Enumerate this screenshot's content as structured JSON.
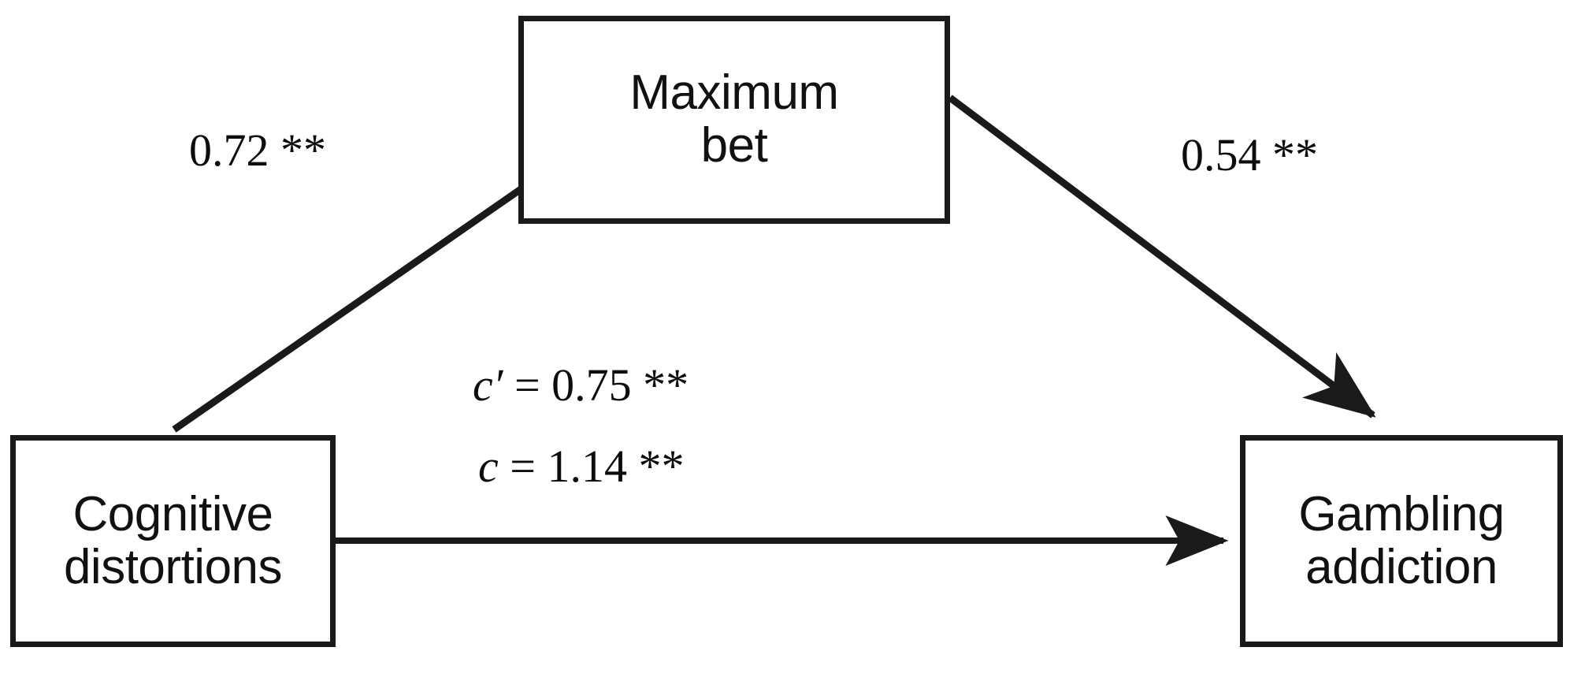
{
  "diagram": {
    "type": "mediation-model",
    "nodes": [
      {
        "id": "mediator",
        "label": "Maximum\nbet",
        "name": "Maximum bet"
      },
      {
        "id": "predictor",
        "label": "Cognitive\ndistortions",
        "name": "Cognitive distortions"
      },
      {
        "id": "outcome",
        "label": "Gambling\naddiction",
        "name": "Gambling addiction"
      }
    ],
    "edges": [
      {
        "id": "a-path",
        "from": "predictor",
        "to": "mediator",
        "label": "0.72 **",
        "coefficient": "0.72",
        "significance": "**"
      },
      {
        "id": "b-path",
        "from": "mediator",
        "to": "outcome",
        "label": "0.54 **",
        "coefficient": "0.54",
        "significance": "**"
      },
      {
        "id": "c-prime-path",
        "from": "predictor",
        "to": "outcome",
        "symbol": "c′",
        "equals": "=",
        "label": "0.75 **",
        "coefficient": "0.75",
        "significance": "**"
      },
      {
        "id": "c-total-path",
        "from": "predictor",
        "to": "outcome",
        "symbol": "c",
        "equals": "=",
        "label": "1.14 **",
        "coefficient": "1.14",
        "significance": "**"
      }
    ],
    "colors": {
      "stroke": "#1a1a1a",
      "text": "#111111",
      "background": "#ffffff"
    }
  }
}
